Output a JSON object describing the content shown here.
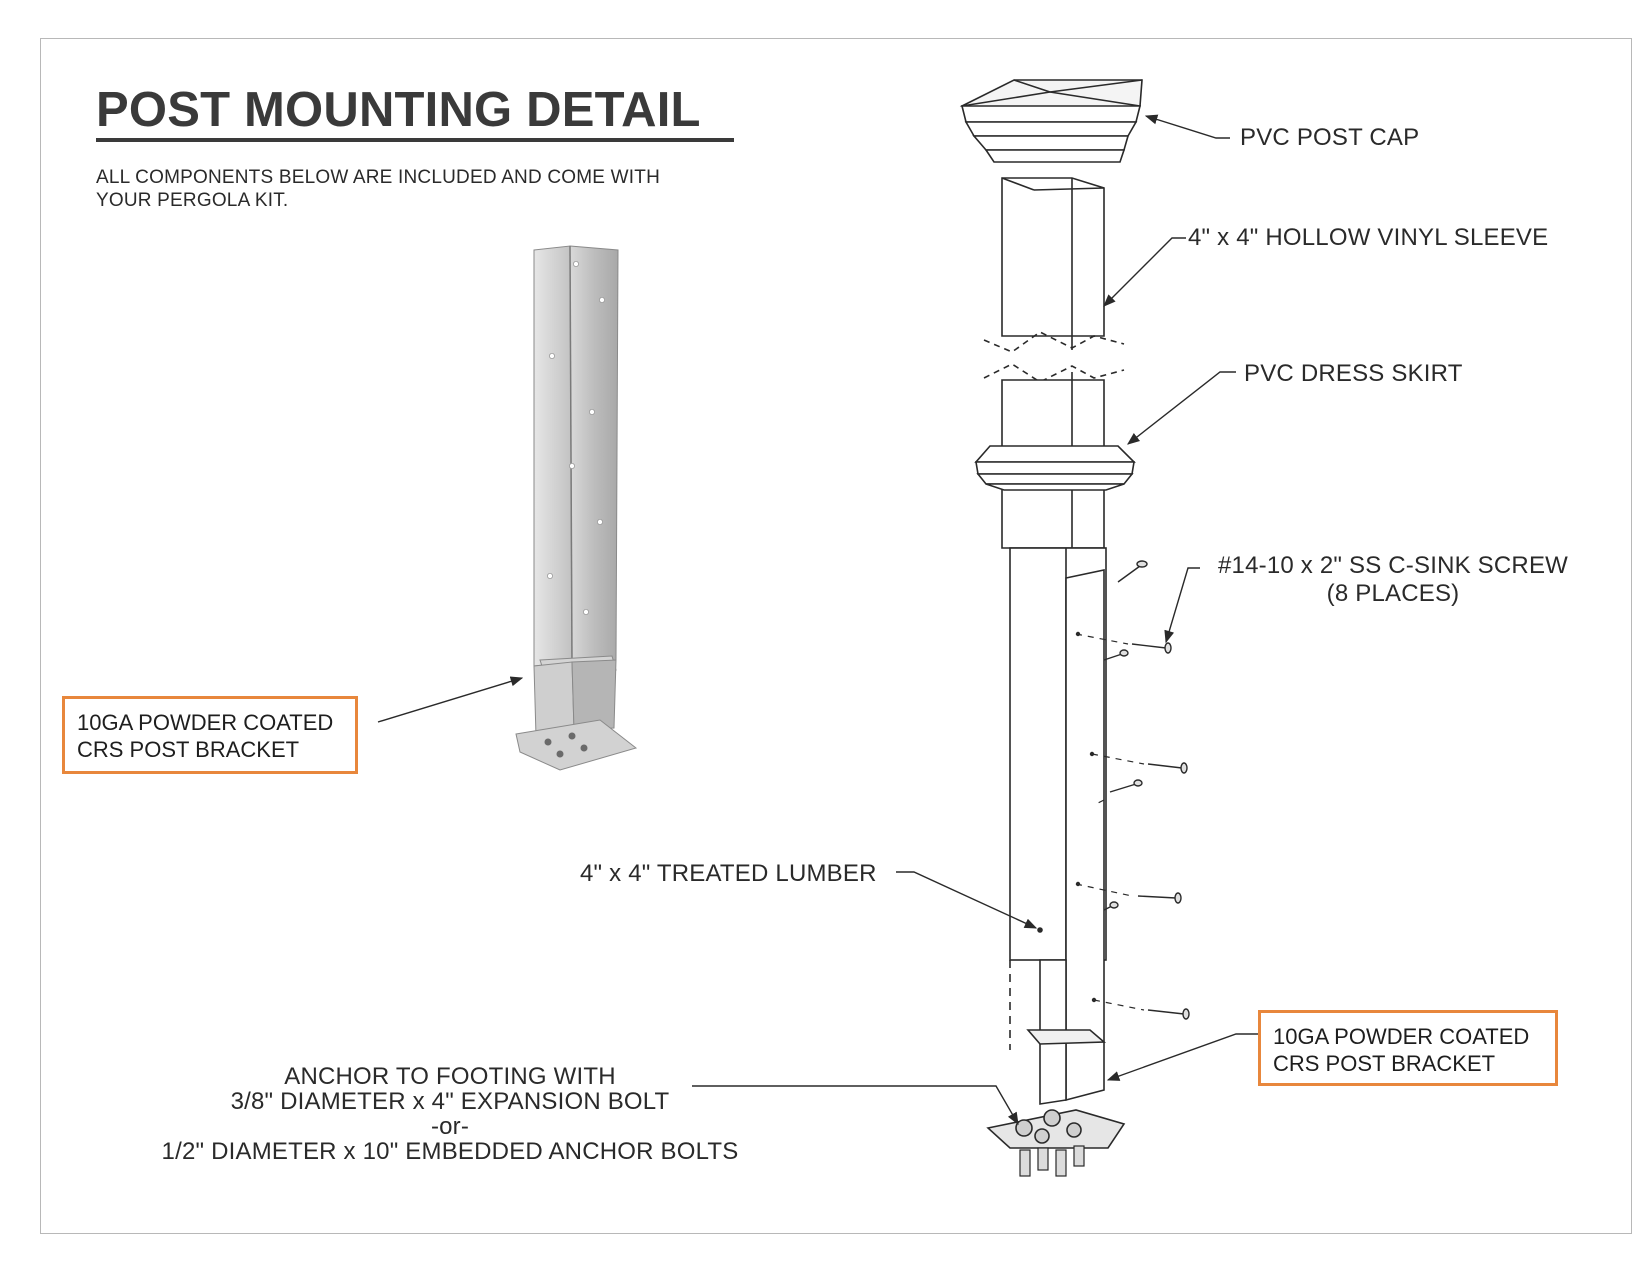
{
  "title": "POST MOUNTING DETAIL",
  "subtitle": "ALL COMPONENTS BELOW ARE INCLUDED AND COME WITH YOUR PERGOLA KIT.",
  "labels": {
    "post_cap": "PVC POST CAP",
    "vinyl_sleeve": "4\" x 4\" HOLLOW VINYL SLEEVE",
    "dress_skirt": "PVC DRESS SKIRT",
    "screw_line1": "#14-10 x 2\" SS C-SINK SCREW",
    "screw_line2": "(8 PLACES)",
    "lumber": "4\" x 4\" TREATED LUMBER",
    "anchor_line1": "ANCHOR TO FOOTING WITH",
    "anchor_line2": "3/8\" DIAMETER x 4\" EXPANSION BOLT",
    "anchor_line3": "-or-",
    "anchor_line4": "1/2\" DIAMETER x 10\" EMBEDDED ANCHOR BOLTS"
  },
  "callouts": {
    "left": {
      "line1": "10GA POWDER COATED",
      "line2": "CRS POST BRACKET"
    },
    "right": {
      "line1": "10GA POWDER COATED",
      "line2": "CRS POST BRACKET"
    }
  },
  "colors": {
    "callout_border": "#e8873c",
    "ink": "#2a2a2a",
    "bracket_metal": "#c9c9c9"
  }
}
